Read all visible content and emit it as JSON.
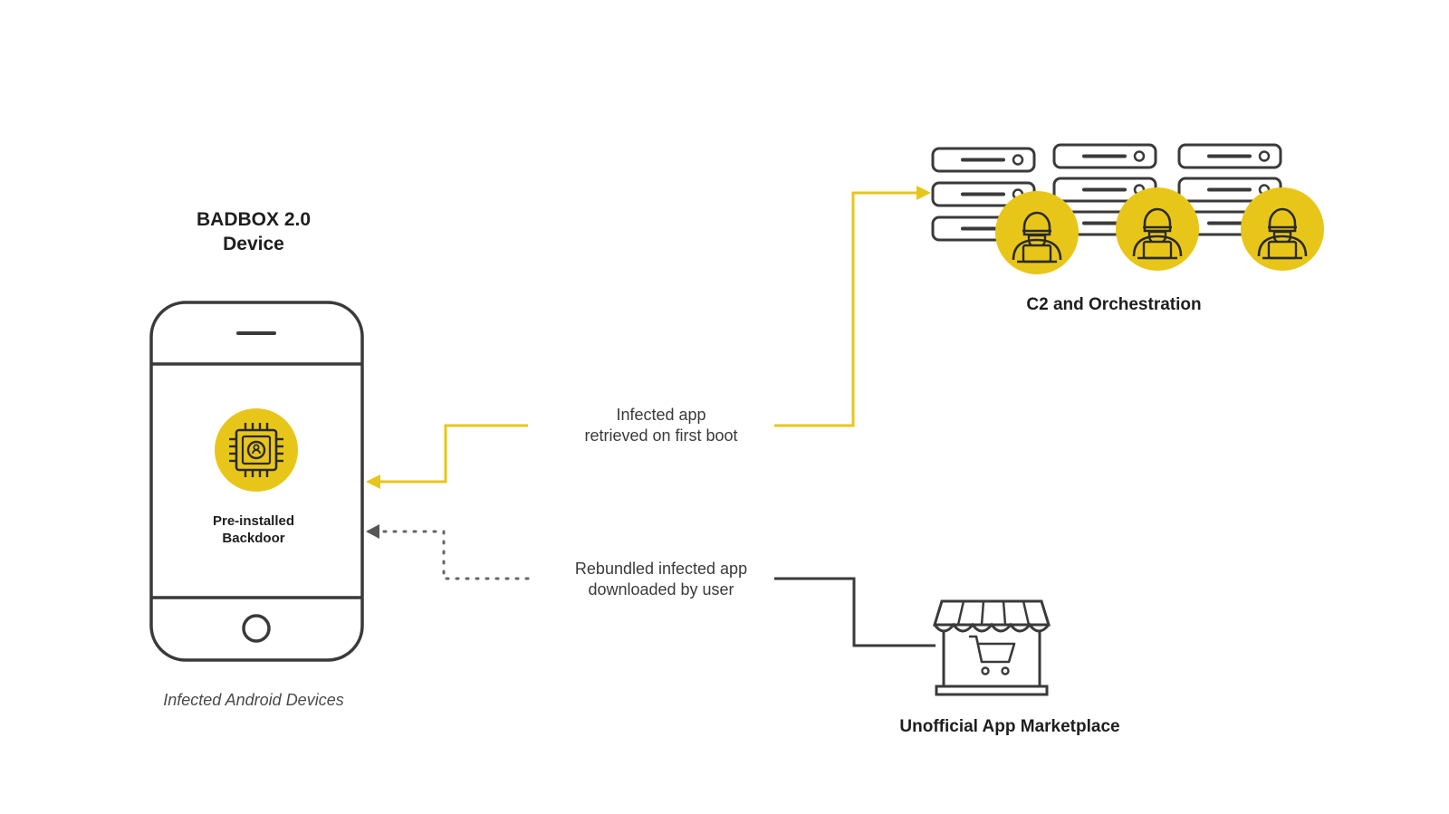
{
  "device": {
    "title_line1": "BADBOX 2.0",
    "title_line2": "Device",
    "backdoor_line1": "Pre-installed",
    "backdoor_line2": "Backdoor",
    "caption": "Infected Android Devices"
  },
  "c2": {
    "label": "C2 and Orchestration"
  },
  "marketplace": {
    "label": "Unofficial App Marketplace"
  },
  "flows": {
    "infected_line1": "Infected app",
    "infected_line2": "retrieved on first boot",
    "rebundled_line1": "Rebundled infected app",
    "rebundled_line2": "downloaded by user"
  },
  "colors": {
    "accent_yellow": "#e8c619",
    "line_dark": "#3a3a3a",
    "arrow_gray": "#555555"
  },
  "icons": {
    "device": "smartphone-icon",
    "backdoor": "chip-icon",
    "c2": "server-rack-icon",
    "operator": "hacker-icon",
    "marketplace": "storefront-cart-icon"
  }
}
